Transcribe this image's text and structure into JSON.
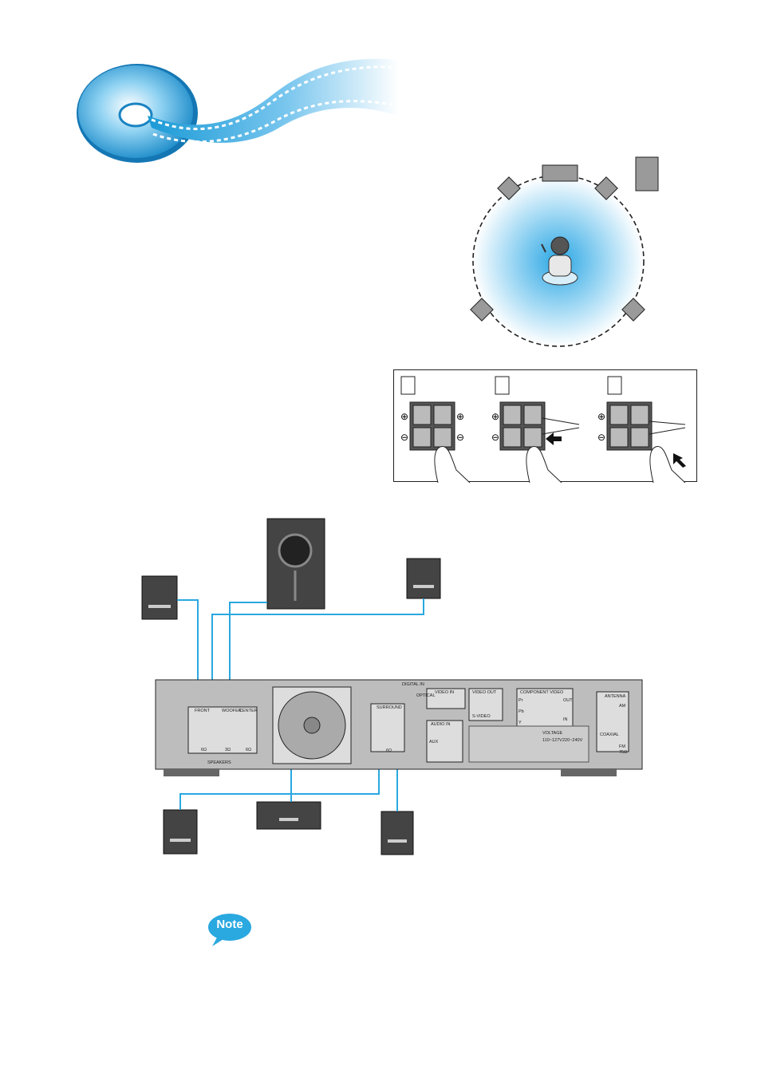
{
  "header": {
    "icon": "disc-film-icon"
  },
  "layout_diagram": {
    "speakers": [
      "front-left",
      "center",
      "front-right",
      "subwoofer",
      "surround-left",
      "surround-right"
    ],
    "listener": "seated-listener-icon"
  },
  "steps_panel": {
    "step_boxes": [
      "",
      "",
      ""
    ],
    "terminal_plus": "⊕",
    "terminal_minus": "⊖"
  },
  "back_panel": {
    "labels": {
      "speakers": "SPEAKERS",
      "front": "FRONT",
      "woofer": "WOOFER",
      "center": "CENTER",
      "surround": "SURROUND",
      "digital_in": "DIGITAL IN",
      "optical": "OPTICAL",
      "video_in": "VIDEO IN",
      "video_out": "VIDEO OUT",
      "svideo": "S-VIDEO",
      "audio_in": "AUDIO IN",
      "aux": "AUX",
      "component_video": "COMPONENT VIDEO",
      "antenna": "ANTENNA",
      "am": "AM",
      "fm": "FM",
      "coaxial": "COAXIAL",
      "ohms75": "75Ω",
      "voltage": "VOLTAGE",
      "v110": "110~127V",
      "v220": "220~240V",
      "pr": "Pr",
      "pb": "Pb",
      "y": "Y",
      "out": "OUT",
      "in": "IN",
      "ohm": "6Ω",
      "ohm3": "3Ω"
    }
  },
  "note": {
    "label": "Note"
  },
  "colors": {
    "accent": "#1fa3d9",
    "wire": "#2aa8e0",
    "panel": "#bdbdbd",
    "speaker": "#555555"
  }
}
